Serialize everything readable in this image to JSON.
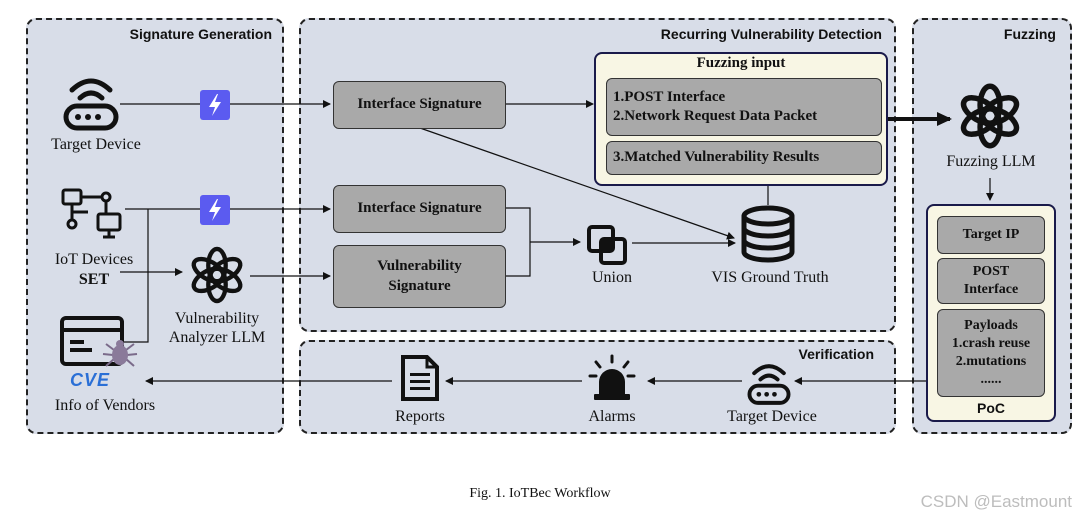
{
  "panels": {
    "signature": "Signature Generation",
    "recurring": "Recurring Vulnerability Detection",
    "fuzzing": "Fuzzing",
    "verification": "Verification"
  },
  "labels": {
    "target_device_top": "Target Device",
    "iot_devices": "IoT Devices",
    "iot_set": "SET",
    "vuln_analyzer": "Vulnerability\nAnalyzer  LLM",
    "info_vendors": "Info of Vendors",
    "cve": "CVE",
    "union": "Union",
    "vis_ground_truth": "VIS Ground Truth",
    "fuzzing_llm": "Fuzzing LLM",
    "reports": "Reports",
    "alarms": "Alarms",
    "target_device_bottom": "Target Device"
  },
  "boxes": {
    "interface_sig_1": "Interface Signature",
    "interface_sig_2": "Interface Signature",
    "vuln_sig": "Vulnerability\nSignature"
  },
  "fuzzing_input": {
    "title": "Fuzzing input",
    "item1": "1.POST Interface\n2.Network Request Data Packet",
    "item2": "3.Matched Vulnerability Results"
  },
  "poc": {
    "title": "PoC",
    "target_ip": "Target IP",
    "post_interface": "POST\nInterface",
    "payloads": "Payloads\n1.crash reuse\n2.mutations\n......"
  },
  "caption": "Fig. 1.  IoTBec Workflow",
  "watermark": "CSDN @Eastmount",
  "colors": {
    "panel_bg": "#d8dde8",
    "box_gray": "#a9a9a9",
    "fuzz_input_bg": "#f8f6e4",
    "flash_blue": "#5b5bf0"
  }
}
